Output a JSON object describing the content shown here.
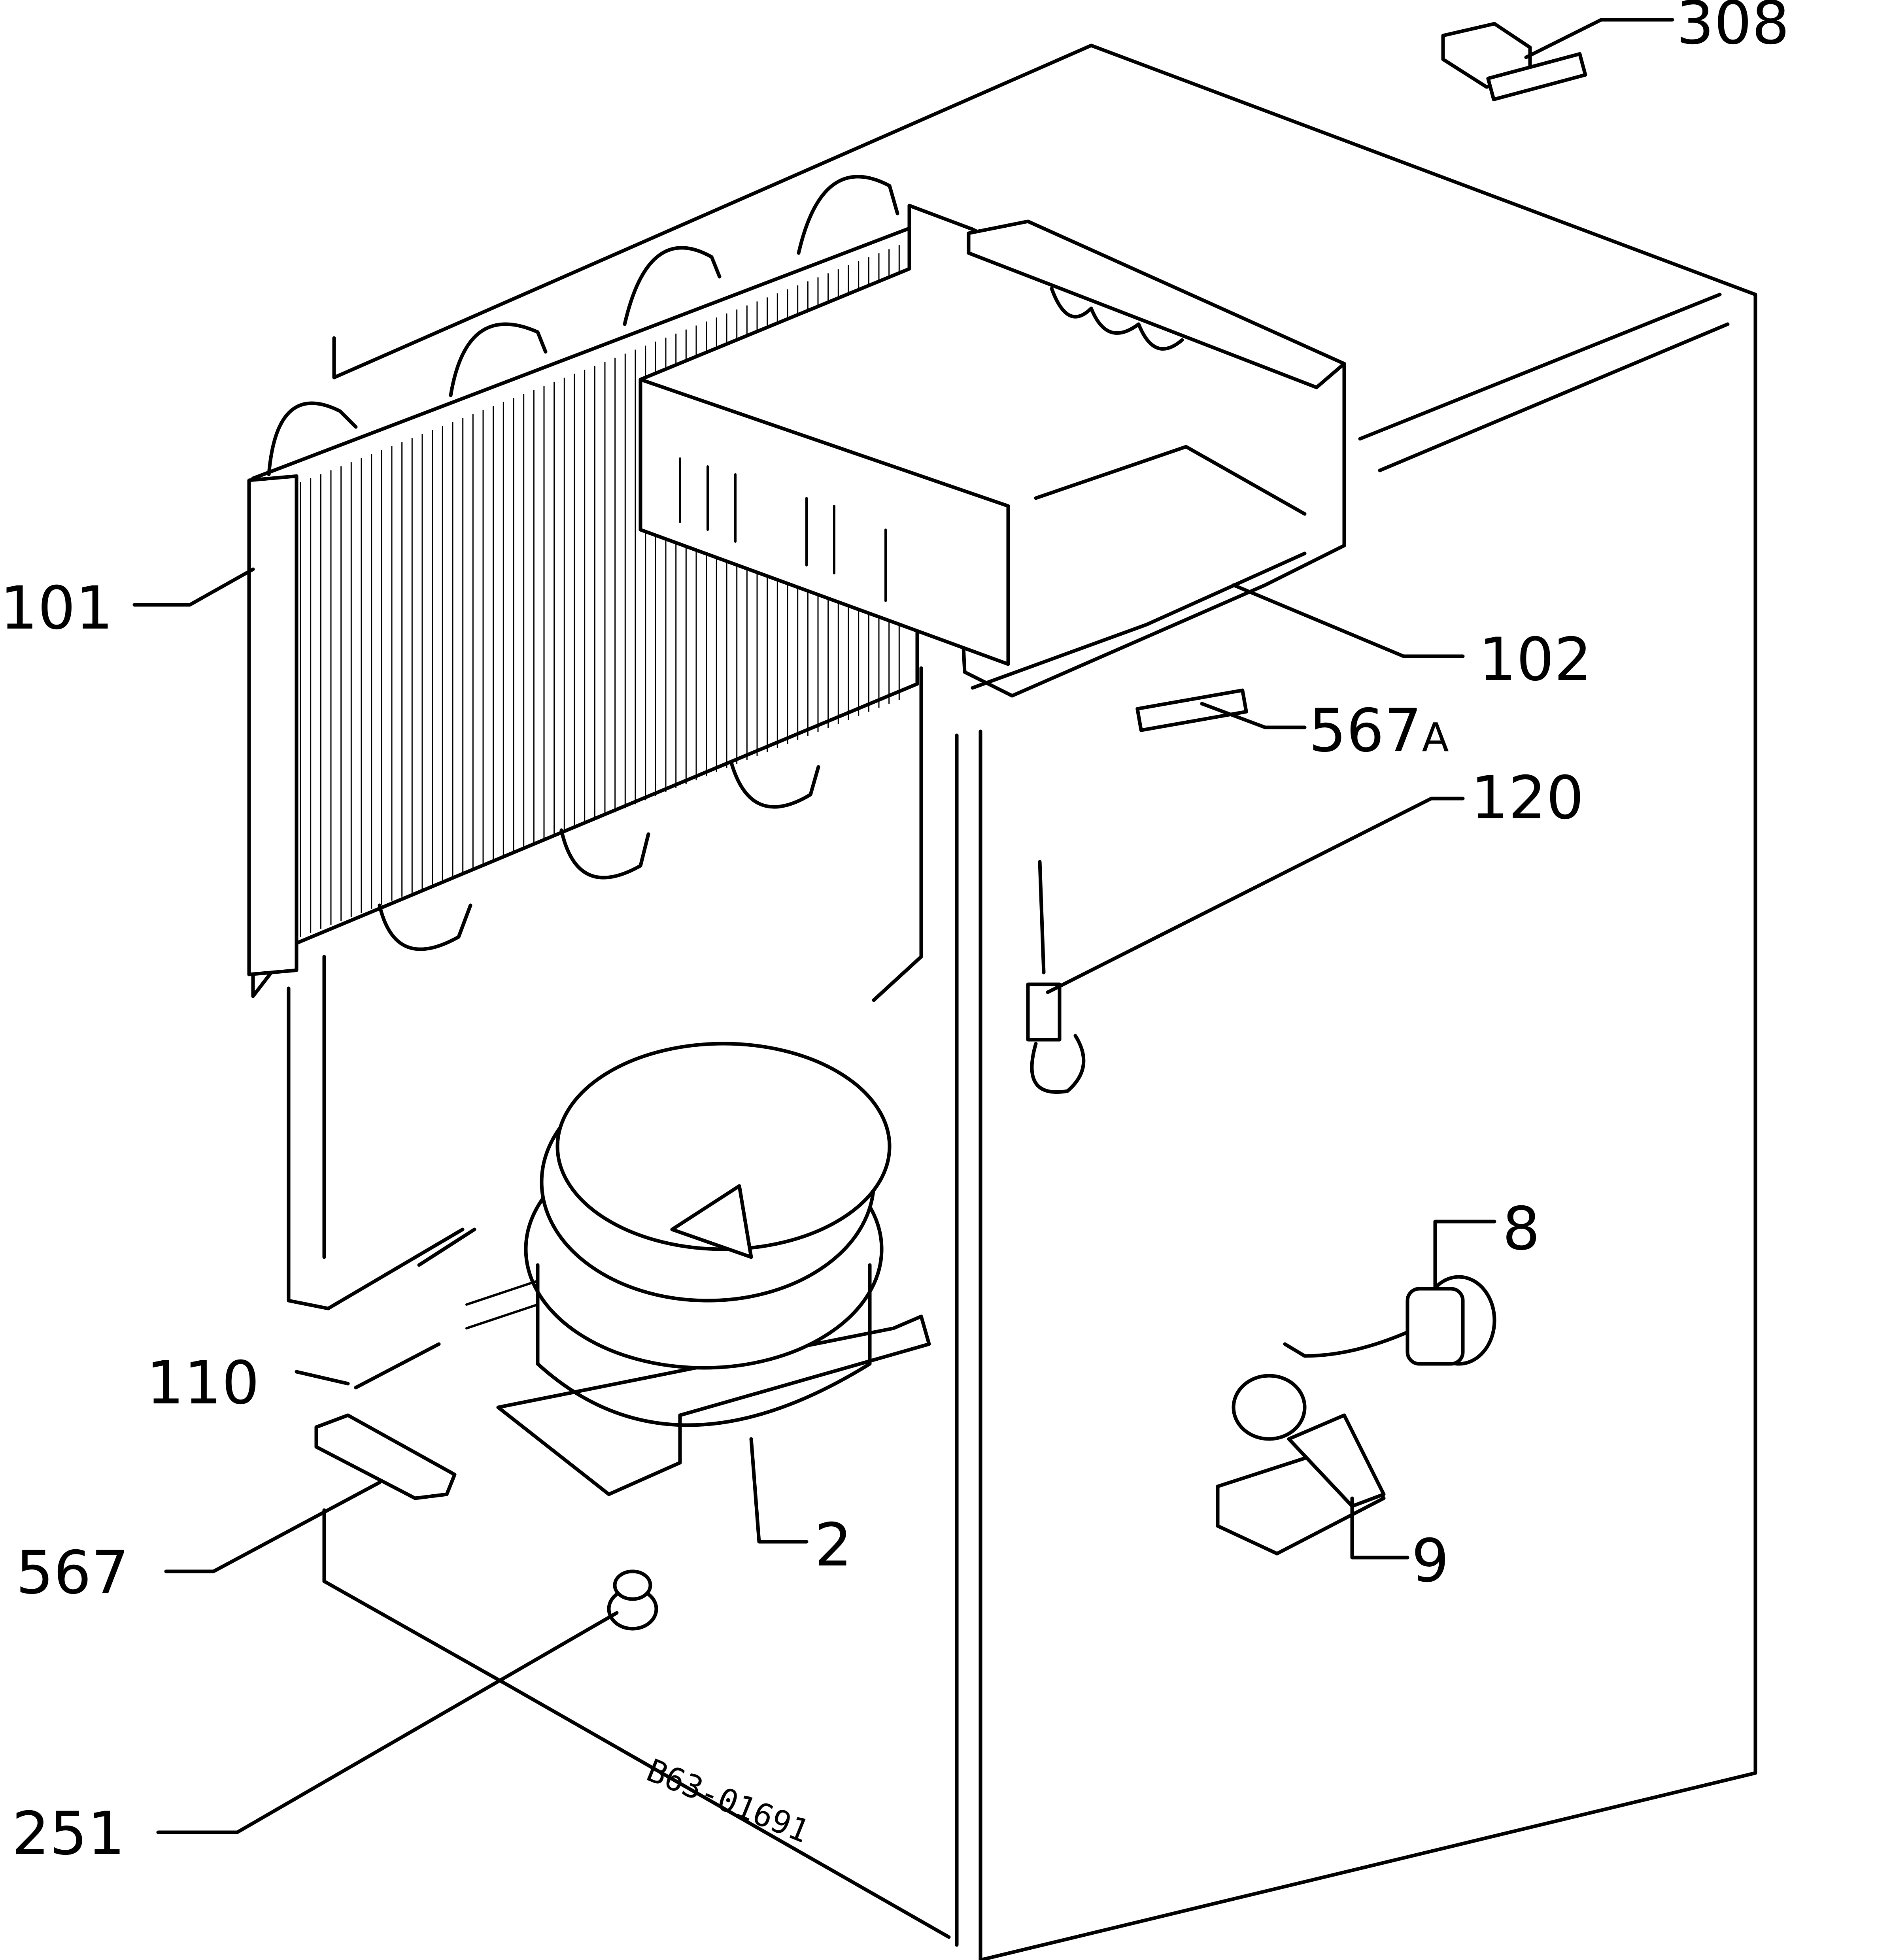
{
  "diagram": {
    "drawing_code": "B63-01691",
    "callouts": [
      {
        "id": "308",
        "text": "308"
      },
      {
        "id": "101",
        "text": "101"
      },
      {
        "id": "102",
        "text": "102"
      },
      {
        "id": "567A",
        "text": "567",
        "suffix": "A"
      },
      {
        "id": "120",
        "text": "120"
      },
      {
        "id": "8",
        "text": "8"
      },
      {
        "id": "110",
        "text": "110"
      },
      {
        "id": "2",
        "text": "2"
      },
      {
        "id": "9",
        "text": "9"
      },
      {
        "id": "567",
        "text": "567"
      },
      {
        "id": "251",
        "text": "251"
      }
    ]
  }
}
